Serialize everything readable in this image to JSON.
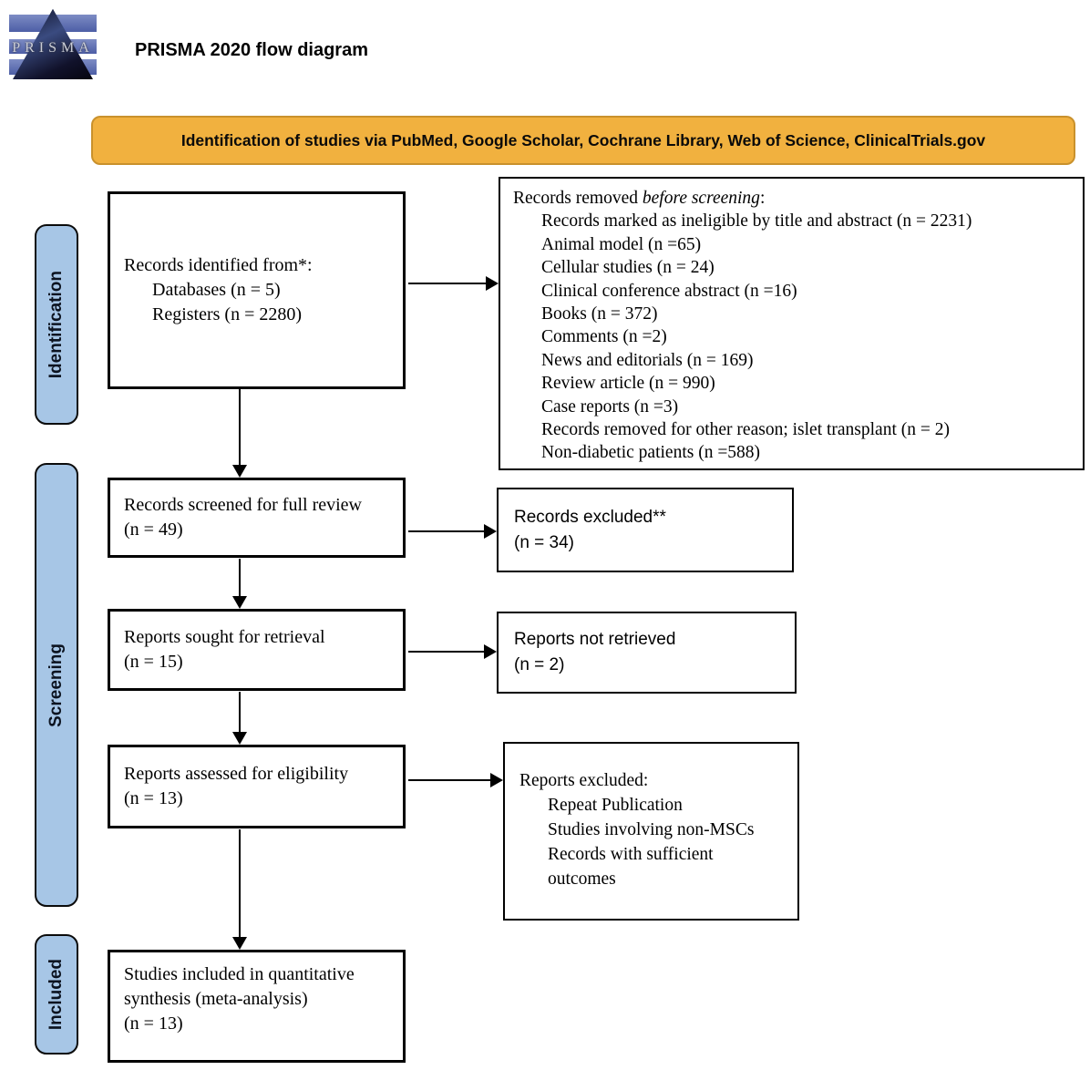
{
  "header": {
    "title": "PRISMA 2020 flow diagram",
    "logo_word": "PRISMA"
  },
  "banner": {
    "text": "Identification of studies via PubMed, Google Scholar, Cochrane Library, Web of Science, ClinicalTrials.gov",
    "fill_color": "#F1B13F",
    "border_color": "#C9912C"
  },
  "stages": {
    "identification": "Identification",
    "screening": "Screening",
    "included": "Included",
    "fill_color": "#A7C6E6"
  },
  "boxes": {
    "records_identified": {
      "heading": "Records identified from*:",
      "items": [
        "Databases (n = 5)",
        "Registers (n = 2280)"
      ]
    },
    "records_removed": {
      "heading_prefix": "Records removed ",
      "heading_italic": "before screening",
      "heading_suffix": ":",
      "items": [
        "Records marked as ineligible by title and abstract (n = 2231)",
        "Animal model (n =65)",
        "Cellular studies (n = 24)",
        "Clinical conference abstract (n =16)",
        "Books (n = 372)",
        "Comments (n =2)",
        "News and editorials (n = 169)",
        "Review article (n = 990)",
        "Case reports (n =3)",
        "Records removed for other reason; islet transplant (n = 2)",
        "Non-diabetic patients (n =588)"
      ]
    },
    "records_screened": {
      "lines": [
        "Records screened for full review",
        "(n = 49)"
      ]
    },
    "records_excluded": {
      "lines": [
        "Records excluded**",
        "(n = 34)"
      ]
    },
    "reports_sought": {
      "lines": [
        "Reports sought for retrieval",
        "(n = 15)"
      ]
    },
    "reports_not_retrieved": {
      "lines": [
        "Reports not retrieved",
        "(n = 2)"
      ]
    },
    "reports_assessed": {
      "lines": [
        "Reports assessed for eligibility",
        "(n = 13)"
      ]
    },
    "reports_excluded": {
      "heading": "Reports excluded:",
      "items": [
        "Repeat Publication",
        "Studies involving non-MSCs",
        "Records with sufficient",
        "outcomes"
      ]
    },
    "studies_included": {
      "lines": [
        "Studies included in quantitative",
        "synthesis (meta-analysis)",
        "(n = 13)"
      ]
    }
  }
}
